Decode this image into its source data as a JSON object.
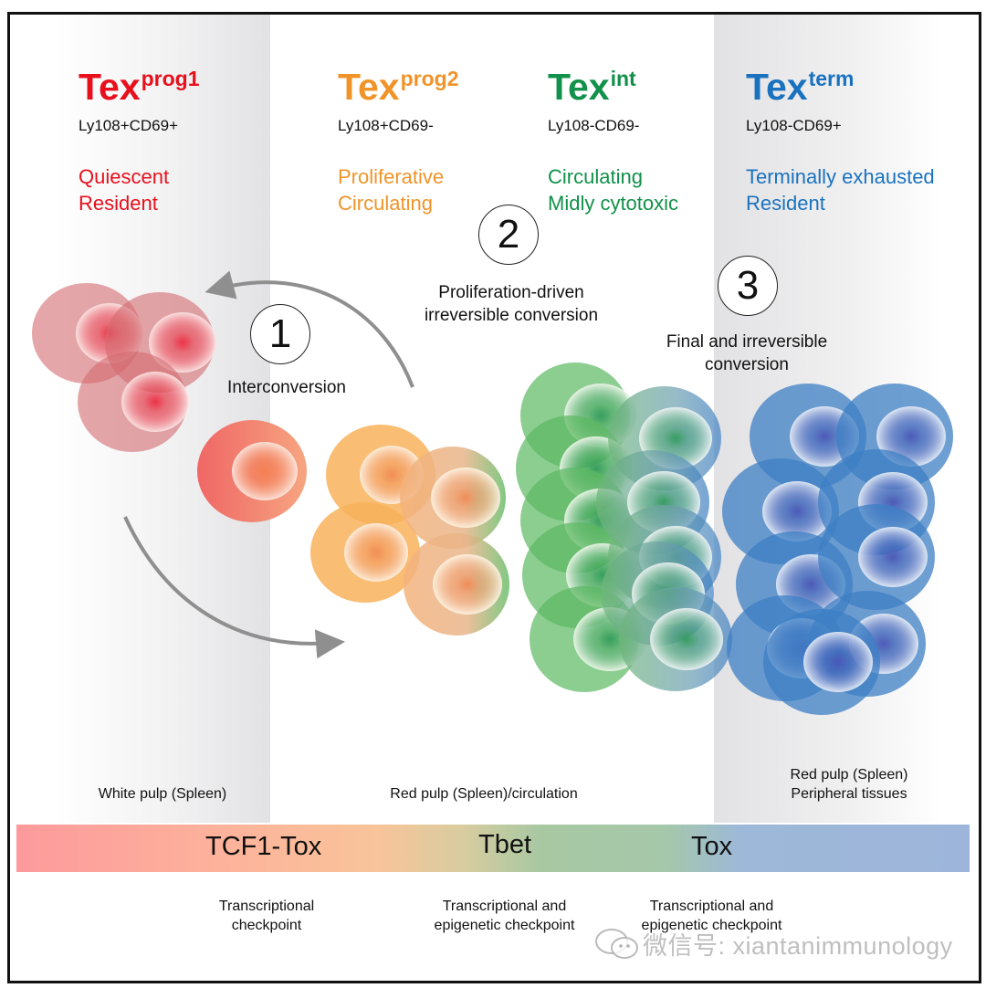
{
  "colors": {
    "prog1": "#e8101c",
    "prog2": "#f0942a",
    "int": "#11914a",
    "term": "#1a72bf"
  },
  "subsets": [
    {
      "id": "prog1",
      "title_main": "Tex",
      "title_sup": "prog1",
      "markers": "Ly108+CD69+",
      "traits": [
        "Quiescent",
        "Resident"
      ]
    },
    {
      "id": "prog2",
      "title_main": "Tex",
      "title_sup": "prog2",
      "markers": "Ly108+CD69-",
      "traits": [
        "Proliferative",
        "Circulating"
      ]
    },
    {
      "id": "int",
      "title_main": "Tex",
      "title_sup": "int",
      "markers": "Ly108-CD69-",
      "traits": [
        "Circulating",
        "Midly cytotoxic"
      ]
    },
    {
      "id": "term",
      "title_main": "Tex",
      "title_sup": "term",
      "markers": "Ly108-CD69+",
      "traits": [
        "Terminally exhausted",
        "Resident"
      ]
    }
  ],
  "steps": [
    {
      "number": "1",
      "label_lines": [
        "Interconversion"
      ]
    },
    {
      "number": "2",
      "label_lines": [
        "Proliferation-driven",
        "irreversible conversion"
      ]
    },
    {
      "number": "3",
      "label_lines": [
        "Final and irreversible",
        "conversion"
      ]
    }
  ],
  "locations": [
    {
      "lines": [
        "White pulp (Spleen)"
      ]
    },
    {
      "lines": [
        "Red pulp (Spleen)/circulation"
      ]
    },
    {
      "lines": [
        "Red pulp (Spleen)",
        "Peripheral tissues"
      ]
    }
  ],
  "transcription_factors": [
    "TCF1-Tox",
    "Tbet",
    "Tox"
  ],
  "checkpoints": [
    {
      "lines": [
        "Transcriptional",
        "checkpoint"
      ]
    },
    {
      "lines": [
        "Transcriptional and",
        "epigenetic checkpoint"
      ]
    },
    {
      "lines": [
        "Transcriptional and",
        "epigenetic checkpoint"
      ]
    }
  ],
  "watermark": "微信号: xiantanimmunology",
  "cell_groups": [
    {
      "name": "prog1-cluster",
      "count": 3
    },
    {
      "name": "prog1-single",
      "count": 1
    },
    {
      "name": "prog2-cluster",
      "count": 4
    },
    {
      "name": "int-cluster",
      "count": 10
    },
    {
      "name": "term-cluster",
      "count": 9
    }
  ]
}
